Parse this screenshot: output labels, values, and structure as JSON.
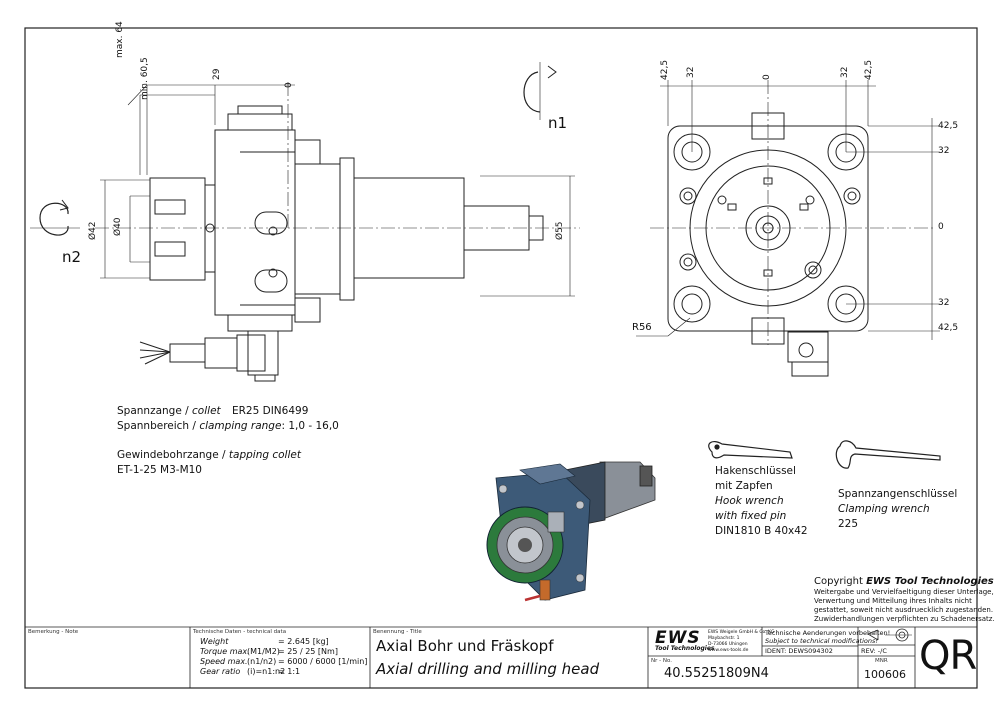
{
  "spec": {
    "collet_label": "Spannzange /",
    "collet_label_en": "collet",
    "collet_value": "ER25   DIN6499",
    "range_label": "Spannbereich /",
    "range_label_en": "clamping range",
    "range_value": ": 1,0 - 16,0",
    "tap_label": "Gewindebohrzange /",
    "tap_label_en": "tapping collet",
    "tap_value": "ET-1-25   M3-M10"
  },
  "hook_wrench": {
    "de1": "Hakenschlüssel",
    "de2": "mit Zapfen",
    "en1": "Hook wrench",
    "en2": "with fixed pin",
    "spec": "DIN1810 B 40x42"
  },
  "clamp_wrench": {
    "de": "Spannzangenschlüssel",
    "en": "Clamping wrench",
    "size": "225"
  },
  "copyright": {
    "prefix": "Copyright",
    "brand": "EWS Tool Technologies",
    "l1": "Weitergabe und Vervielfaeltigung dieser Unterlage,",
    "l2": "Verwertung und Mitteilung ihres Inhalts nicht",
    "l3": "gestattet, soweit nicht ausdruecklich zugestanden.",
    "l4": "Zuwiderhandlungen verpflichten zu Schadenersatz."
  },
  "dims": {
    "max64": "max. 64",
    "min605": "min. 60,5",
    "d29": "29",
    "zero": "0",
    "d42": "Ø42",
    "d40": "Ø40",
    "d55": "Ø55",
    "n1": "n1",
    "n2": "n2",
    "r56": "R56",
    "t425a": "42,5",
    "t32a": "32",
    "t0": "0",
    "t32b": "32",
    "t425b": "42,5"
  },
  "titleblock": {
    "remark_label": "Bemerkung - Note",
    "tech_label": "Technische Daten - technical data",
    "weight_label": "Weight",
    "weight_value": "= 2.645 [kg]",
    "torque_label": "Torque max.",
    "torque_sub": "(M1/M2)",
    "torque_value": "= 25 / 25 [Nm]",
    "speed_label": "Speed max.",
    "speed_sub": "(n1/n2)",
    "speed_value": "= 6000 / 6000 [1/min]",
    "ratio_label": "Gear ratio",
    "ratio_sub": "(i)=n1:n2",
    "ratio_value": "= 1:1",
    "name_label": "Benennung - Title",
    "title_de": "Axial Bohr und Fräskopf",
    "title_en": "Axial drilling and milling head",
    "logo": "EWS",
    "logo_sub": "Tool Technologies",
    "company1": "EWS Weigele GmbH & Co. KG",
    "company2": "Maybachstr. 1",
    "company3": "D-73066 Uhingen",
    "company4": "www.ews-tools.de",
    "note_de": "Technische Aenderungen vorbehalten!",
    "note_en": "Subject to technical modifications!",
    "ident": "IDENT: DEWS094302",
    "rev": "REV: -/C",
    "nr_label": "Nr - No.",
    "part_no": "40.55251809N4",
    "mnr_label": "MNR",
    "mnr": "100606",
    "qr": "QR"
  }
}
